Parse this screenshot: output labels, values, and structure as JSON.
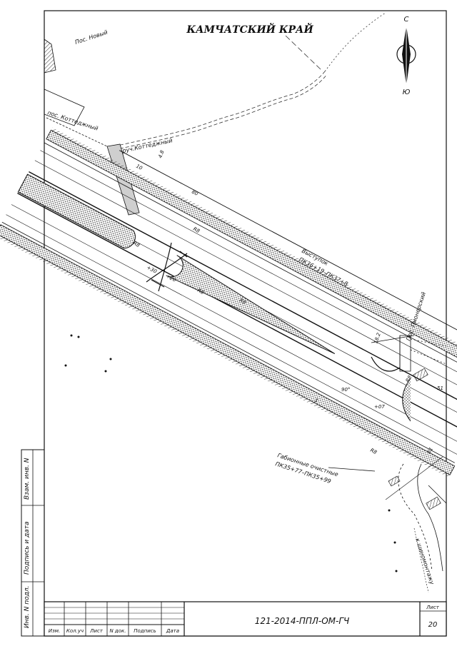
{
  "region_title": "КАМЧАТСКИЙ КРАЙ",
  "compass": {
    "north": "С",
    "south": "Ю"
  },
  "map_labels": {
    "settlement_novyi": "Пос. Новый",
    "kottedzhnyi_area": "пос. Коттеджный",
    "stream": "руч.Коттеджный",
    "pionerskii": "Пос. Пионерский",
    "to_shinomontazh": "к шиномонтажу",
    "vystupok_line1": "Выступок",
    "vystupok_line2": "ПК36+19–ПК37+8",
    "gabion_line1": "Габионные очистные",
    "gabion_line2": "ПК35+77–ПК35+99"
  },
  "dimension_labels": {
    "r1": "10",
    "r2": "4.8",
    "r3": "80",
    "r4": "R8",
    "r5": "R8",
    "r6": "+30",
    "r7": "+20",
    "r8": "R8",
    "r9": "R8",
    "r10": "90°",
    "r11": "+07",
    "r12": "1",
    "r13": "18.2",
    "r14": "R8",
    "r15": "51",
    "r16": "61",
    "r17": "R8"
  },
  "side_stamp": {
    "inv_podl": "Инв. N подл.",
    "podpis_data": "Подпись и дата",
    "vzam_inv": "Взам. инв. N"
  },
  "title_block": {
    "doc_code": "121-2014-ППЛ-ОМ-ГЧ",
    "sheet_label": "Лист",
    "sheet_number": "20",
    "columns": [
      "Изм.",
      "Кол.уч",
      "Лист",
      "N док.",
      "Подпись",
      "Дата"
    ]
  }
}
